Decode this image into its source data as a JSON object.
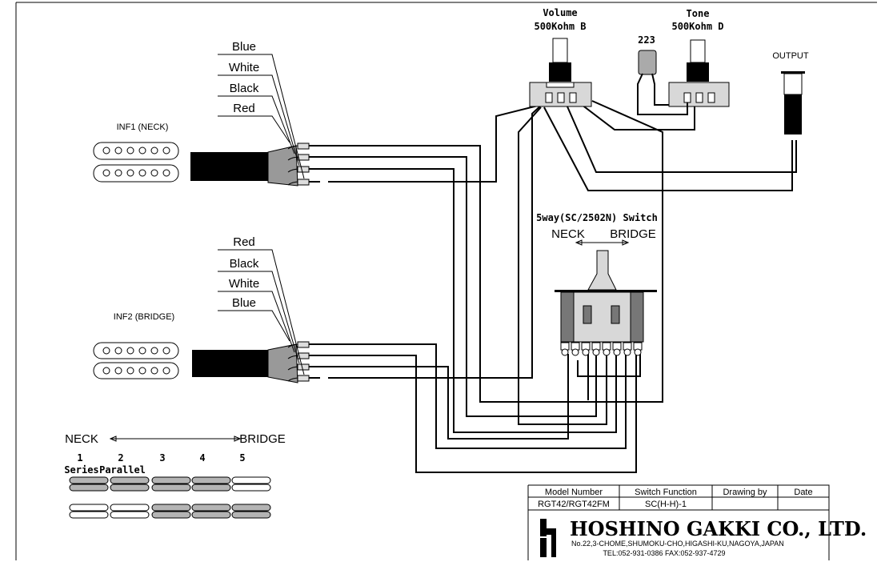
{
  "pickups": {
    "neck": {
      "label": "INF1 (NECK)",
      "wires": [
        "Blue",
        "White",
        "Black",
        "Red"
      ]
    },
    "bridge": {
      "label": "INF2 (BRIDGE)",
      "wires": [
        "Red",
        "Black",
        "White",
        "Blue"
      ]
    }
  },
  "volume": {
    "title": "Volume",
    "value": "500Kohm B"
  },
  "tone": {
    "title": "Tone",
    "value": "500Kohm D"
  },
  "capacitor": {
    "value": "223"
  },
  "output": {
    "label": "OUTPUT"
  },
  "switch": {
    "title": "5way(SC/2502N) Switch",
    "left": "NECK",
    "right": "BRIDGE"
  },
  "legend": {
    "left": "NECK",
    "right": "BRIDGE",
    "positions": [
      {
        "number": "1",
        "mode": "Series",
        "neck_active": true,
        "bridge_active": false
      },
      {
        "number": "2",
        "mode": "Parallel",
        "neck_active": true,
        "bridge_active": false
      },
      {
        "number": "3",
        "mode": "",
        "neck_active": true,
        "bridge_active": true
      },
      {
        "number": "4",
        "mode": "",
        "neck_active": true,
        "bridge_active": true
      },
      {
        "number": "5",
        "mode": "",
        "neck_active": false,
        "bridge_active": true
      }
    ]
  },
  "title_block": {
    "headers": [
      "Model Number",
      "Switch Function",
      "Drawing by",
      "Date"
    ],
    "values": [
      "RGT42/RGT42FM",
      "SC(H-H)-1",
      "",
      ""
    ],
    "company": "HOSHINO GAKKI CO., LTD.",
    "address": "No.22,3-CHOME,SHUMOKU-CHO,HIGASHI-KU,NAGOYA,JAPAN",
    "contact": "TEL:052-931-0386  FAX:052-937-4729"
  },
  "colors": {
    "line": "#000000",
    "shield": "#999999",
    "active_coil": "#b4b4b4",
    "body": "#d8d8d8"
  }
}
